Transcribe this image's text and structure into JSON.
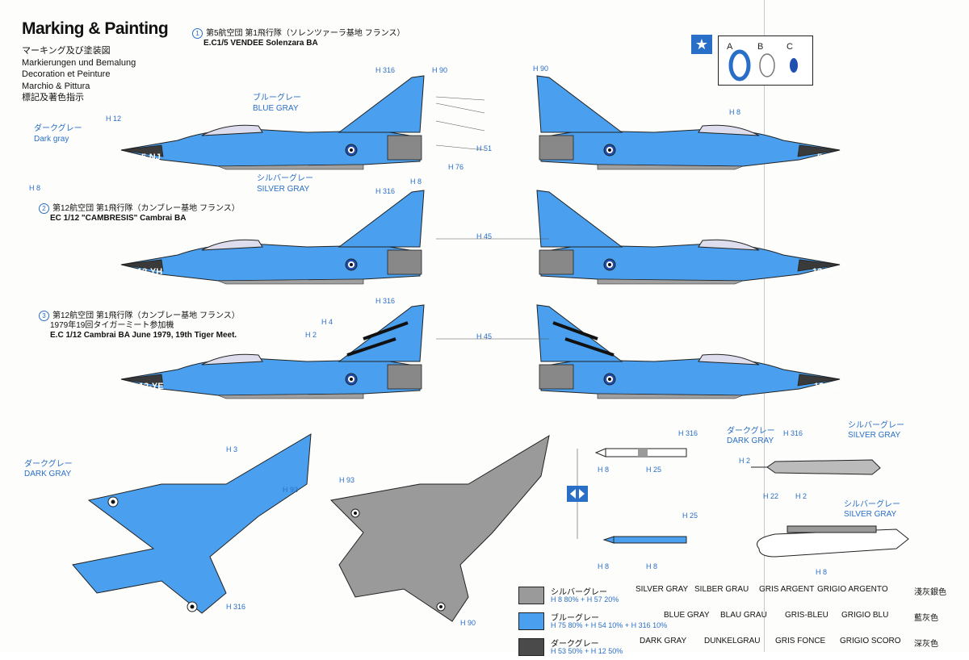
{
  "header": {
    "title": "Marking & Painting",
    "lines": [
      "マーキング及び塗装図",
      "Markierungen und Bemalung",
      "Decoration et Peinture",
      "Marchio & Pittura",
      "標記及著色指示"
    ]
  },
  "schemes": [
    {
      "num": "1",
      "jp": "第5航空団 第1飛行隊（ソレンツァーラ基地 フランス）",
      "en": "E.C1/5 VENDEE Solenzara BA",
      "code": "5-NJ"
    },
    {
      "num": "2",
      "jp": "第12航空団 第1飛行隊（カンブレー基地 フランス）",
      "en": "EC 1/12 \"CAMBRESIS\" Cambrai BA",
      "code": "12-YH"
    },
    {
      "num": "3",
      "jp": "第12航空団 第1飛行隊（カンブレー基地 フランス）",
      "jp2": "1979年19回タイガーミート参加機",
      "en": "E.C 1/12 Cambrai BA June 1979, 19th Tiger Meet.",
      "code": "12-YE"
    }
  ],
  "roundel_key": {
    "labels": [
      "A",
      "B",
      "C"
    ]
  },
  "callouts": {
    "dark_gray_jp": "ダークグレー",
    "dark_gray_en": "Dark gray",
    "blue_gray_jp": "ブルーグレー",
    "blue_gray_en": "BLUE GRAY",
    "silver_gray_jp": "シルバーグレー",
    "silver_gray_en": "SILVER GRAY",
    "dark_gray_en_caps": "DARK GRAY",
    "h8": "H 8",
    "h12": "H 12",
    "h90": "H 90",
    "h316": "H 316",
    "h76": "H 76",
    "h51": "H 51",
    "h45": "H 45",
    "h2": "H 2",
    "h4": "H 4",
    "h3": "H 3",
    "h93": "H 93",
    "h25": "H 25",
    "h22": "H 22"
  },
  "legend": [
    {
      "jp": "シルバーグレー",
      "mix": "H 8 80% + H 57 20%",
      "en": "SILVER GRAY",
      "de": "SILBER GRAU",
      "fr": "GRIS ARGENT",
      "it": "GRIGIO ARGENTO",
      "cn": "淺灰銀色",
      "color": "#9a9a9a"
    },
    {
      "jp": "ブルーグレー",
      "mix": "H 75 80% + H 54 10% + H 316 10%",
      "en": "BLUE GRAY",
      "de": "BLAU GRAU",
      "fr": "GRIS-BLEU",
      "it": "GRIGIO BLU",
      "cn": "藍灰色",
      "color": "#4aa0ee"
    },
    {
      "jp": "ダークグレー",
      "mix": "H 53 50% + H 12 50%",
      "en": "DARK GRAY",
      "de": "DUNKELGRAU",
      "fr": "GRIS FONCE",
      "it": "GRIGIO SCORO",
      "cn": "深灰色",
      "color": "#4a4a4a"
    }
  ],
  "colors": {
    "blue": "#4aa0ee",
    "dark_blue": "#1f4fb0",
    "silver": "#a0a0a0",
    "dark": "#3a3a3a",
    "accent": "#2a6fc7"
  }
}
